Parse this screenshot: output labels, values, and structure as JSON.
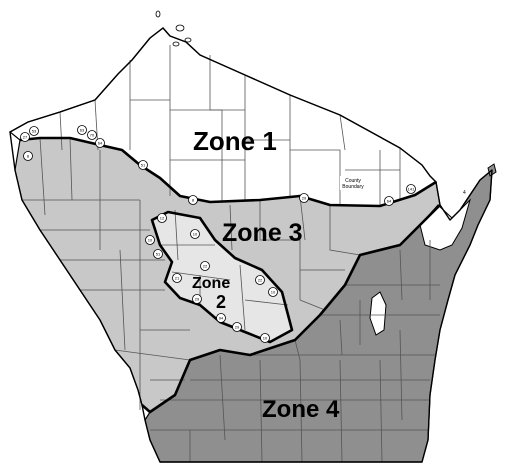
{
  "map": {
    "zones": [
      {
        "id": "zone1",
        "label": "Zone 1",
        "fill": "#ffffff"
      },
      {
        "id": "zone2",
        "label_line1": "Zone",
        "label_line2": "2",
        "fill": "#e6e6e6"
      },
      {
        "id": "zone3",
        "label": "Zone 3",
        "fill": "#c8c8c8"
      },
      {
        "id": "zone4",
        "label": "Zone 4",
        "fill": "#8f8f8f"
      }
    ],
    "annotations": {
      "county_boundary_line1": "County",
      "county_boundary_line2": "Boundary",
      "corner_mark": "4"
    },
    "highways": [
      "53",
      "27",
      "63",
      "70",
      "64",
      "8",
      "51",
      "141",
      "8",
      "29",
      "64",
      "12",
      "10",
      "10",
      "51",
      "22",
      "21",
      "22",
      "10",
      "29",
      "94",
      "29",
      "10"
    ]
  }
}
